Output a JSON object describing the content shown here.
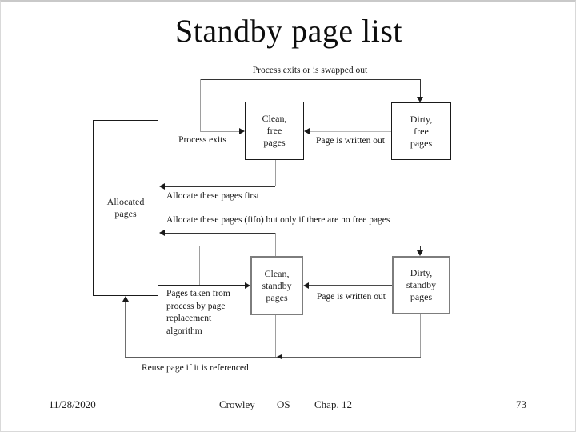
{
  "slide": {
    "title": "Standby page list",
    "footer": {
      "date": "11/28/2020",
      "author": "Crowley",
      "course": "OS",
      "chapter": "Chap. 12",
      "page_number": "73"
    }
  },
  "diagram": {
    "boxes": {
      "allocated": "Allocated\npages",
      "clean_free": "Clean,\nfree\npages",
      "dirty_free": "Dirty,\nfree\npages",
      "clean_standby": "Clean,\nstandby\npages",
      "dirty_standby": "Dirty,\nstandby\npages"
    },
    "edge_labels": {
      "swap_out": "Process exits or is swapped out",
      "process_exits": "Process exits",
      "page_written_out_top": "Page is written out",
      "allocate_first": "Allocate these pages first",
      "allocate_fifo": "Allocate these pages (fifo) but only if there are no free pages",
      "page_replacement": "Pages taken from\nprocess by page\nreplacement\nalgorithm",
      "page_written_out_bottom": "Page is written out",
      "reuse": "Reuse page if it is referenced"
    },
    "colors": {
      "box_border": "#1a1a1a",
      "standby_box_border": "#7d7d7d",
      "connector_dark": "#333333",
      "connector_light": "#9e9e9e",
      "text": "#1a1a1a"
    }
  }
}
